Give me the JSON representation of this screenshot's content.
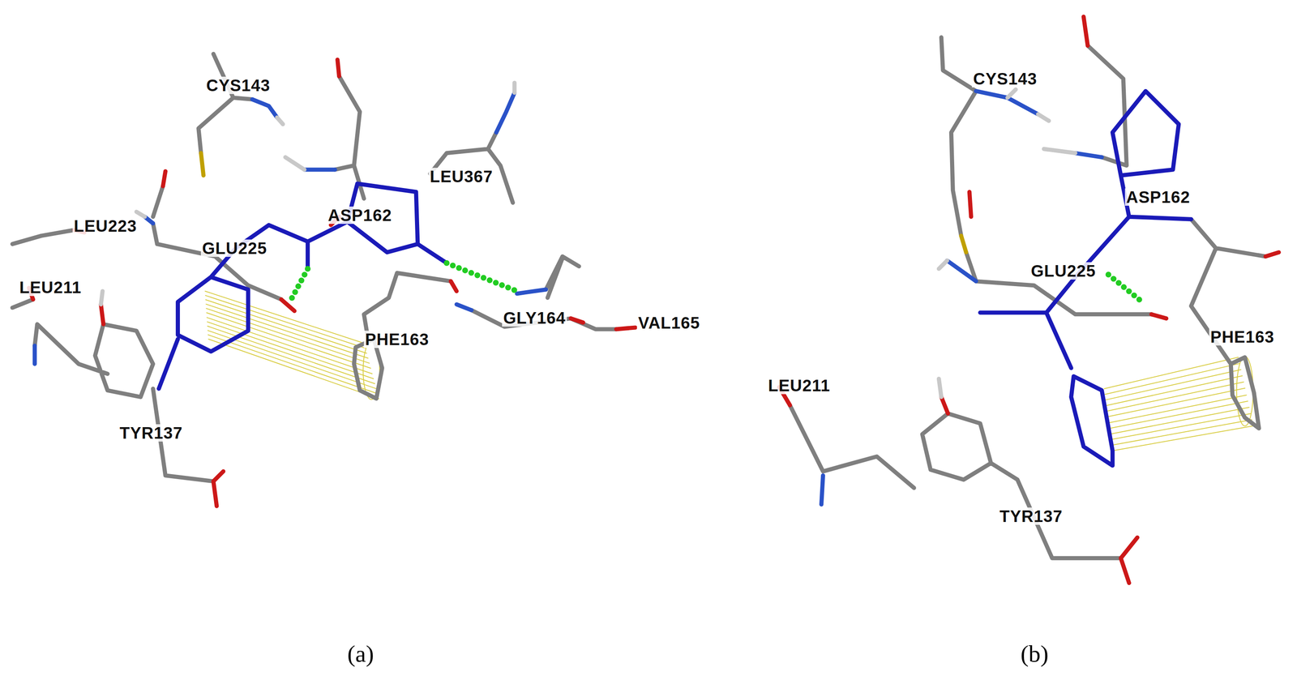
{
  "diagram": {
    "labels": [
      "CYS143",
      "LEU367",
      "LEU223",
      "ASP162",
      "GLU225",
      "LEU211",
      "PHE163",
      "GLY164",
      "VAL165",
      "TYR137",
      "CYS143",
      "ASP162",
      "GLU225",
      "PHE163",
      "LEU211",
      "TYR137",
      "(a)",
      "(b)"
    ]
  }
}
